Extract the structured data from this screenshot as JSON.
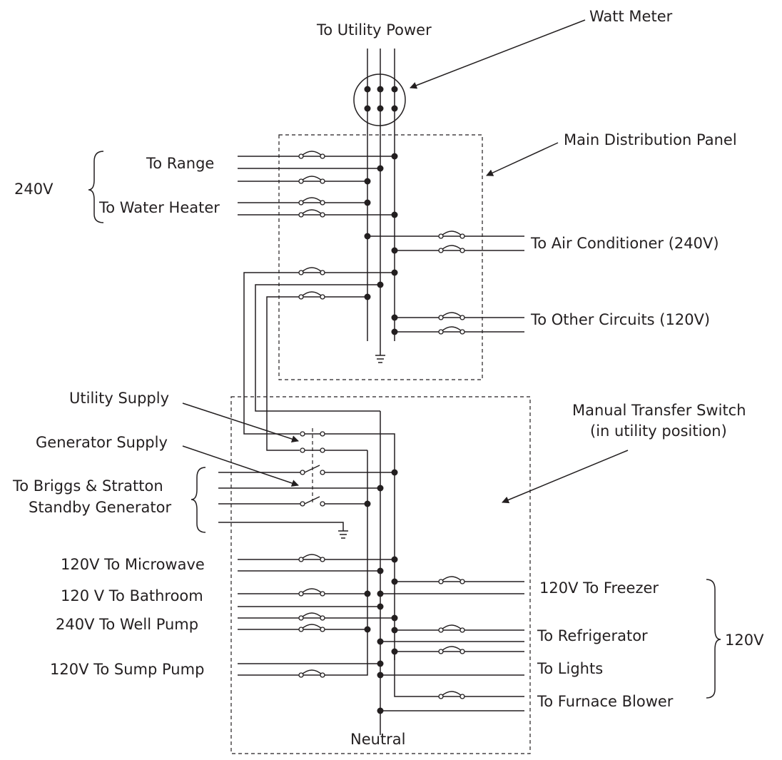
{
  "labels": {
    "utility_power": "To Utility Power",
    "watt_meter": "Watt Meter",
    "main_panel": "Main Distribution Panel",
    "range": "To Range",
    "water_heater": "To Water Heater",
    "v240": "240V",
    "air_conditioner": "To Air Conditioner (240V)",
    "other_circuits": "To Other Circuits (120V)",
    "utility_supply": "Utility Supply",
    "generator_supply": "Generator Supply",
    "transfer_switch_1": "Manual Transfer Switch",
    "transfer_switch_2": "(in utility position)",
    "generator_1": "To Briggs & Stratton",
    "generator_2": "Standby Generator",
    "microwave": "120V To Microwave",
    "bathroom": "120 V To Bathroom",
    "well_pump": "240V To Well Pump",
    "sump_pump": "120V To Sump Pump",
    "freezer": "120V To Freezer",
    "refrigerator": "To Refrigerator",
    "lights": "To Lights",
    "furnace": "To Furnace Blower",
    "v120": "120V",
    "neutral": "Neutral"
  }
}
